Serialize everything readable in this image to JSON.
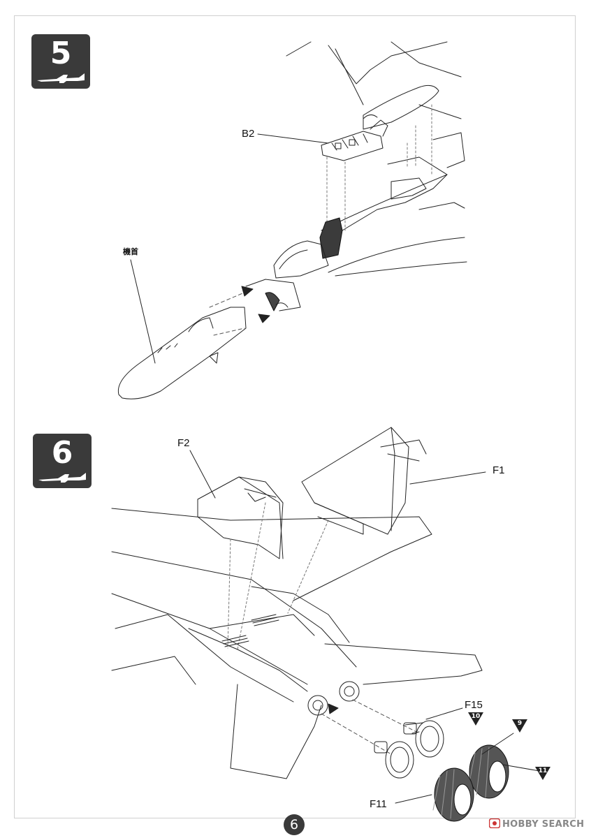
{
  "steps": [
    {
      "number": "5"
    },
    {
      "number": "6"
    }
  ],
  "parts": {
    "b2": "B2",
    "nose_jp": "機首",
    "f2": "F2",
    "f1": "F1",
    "f15": "F15",
    "f11": "F11"
  },
  "markers": {
    "m10": "10",
    "m9": "9",
    "m11": "11"
  },
  "page_number": "6",
  "watermark": {
    "text": "HOBBY SEARCH",
    "logo_icon": "hobbysearch-logo-icon"
  },
  "colors": {
    "badge": "#3a3a3a",
    "line": "#222222",
    "seat": "#3b3b3b",
    "nozzle": "#555555"
  }
}
